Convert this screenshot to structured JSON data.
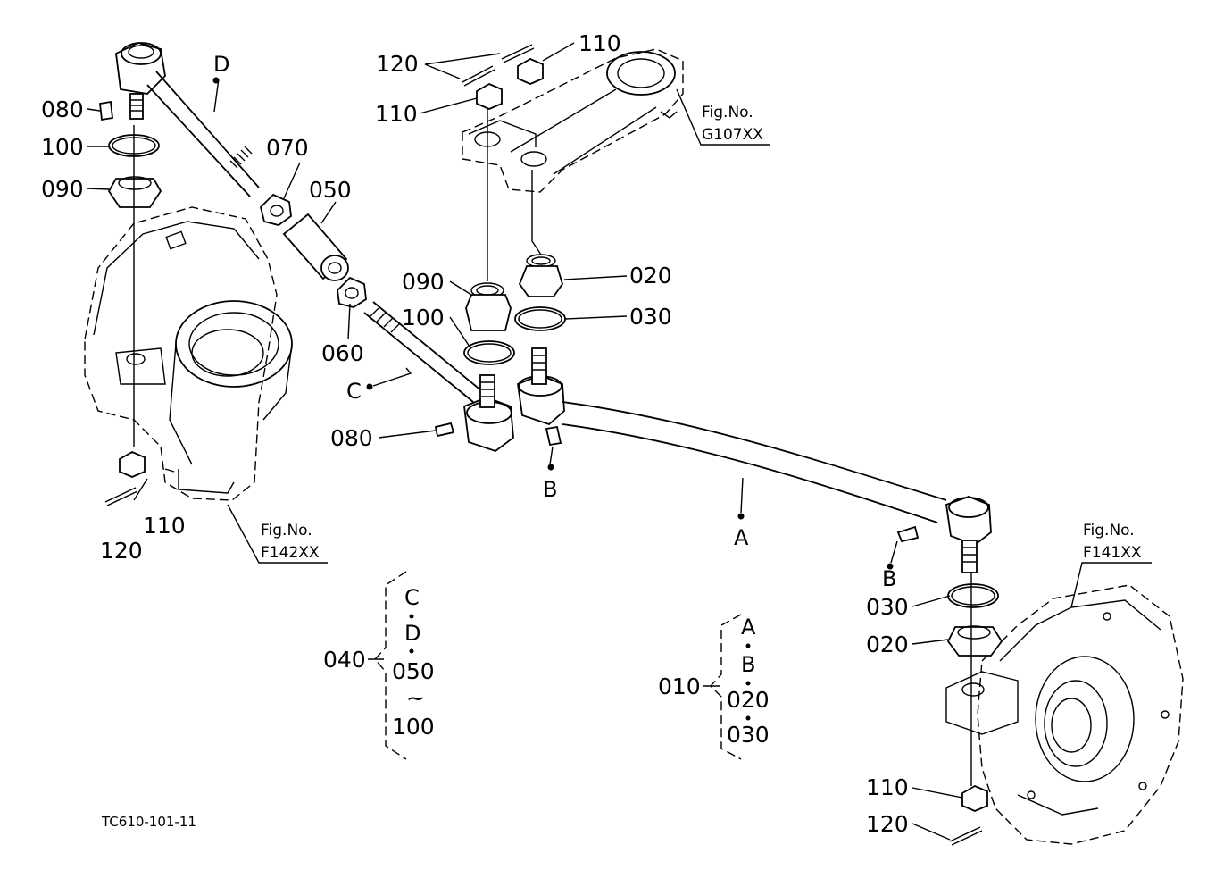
{
  "callouts": {
    "p120_top": "120",
    "p110_top_right": "110",
    "p110_top_left": "110",
    "p080_left": "080",
    "p100_left": "100",
    "p090_left": "090",
    "p070": "070",
    "p050": "050",
    "p060": "060",
    "p090_mid": "090",
    "p100_mid": "100",
    "p080_mid": "080",
    "p020_mid": "020",
    "p030_mid": "030",
    "p110_bottom_left": "110",
    "p120_bottom_left": "120",
    "p030_right": "030",
    "p020_right": "020",
    "p110_bottom_right": "110",
    "p120_bottom_right": "120"
  },
  "letters": {
    "D": "D",
    "C": "C",
    "B_mid": "B",
    "A": "A",
    "B_right": "B"
  },
  "figure_refs": {
    "top": {
      "line1": "Fig.No.",
      "line2": "G107XX"
    },
    "left": {
      "line1": "Fig.No.",
      "line2": "F142XX"
    },
    "right": {
      "line1": "Fig.No.",
      "line2": "F141XX"
    }
  },
  "assembly_040": {
    "number": "040",
    "items": [
      "C",
      "D",
      "050",
      "~",
      "100"
    ]
  },
  "assembly_010": {
    "number": "010",
    "items": [
      "A",
      "B",
      "020",
      "030"
    ]
  },
  "drawing_code": "TC610-101-11",
  "colors": {
    "ink": "#000000",
    "paper": "#ffffff"
  }
}
